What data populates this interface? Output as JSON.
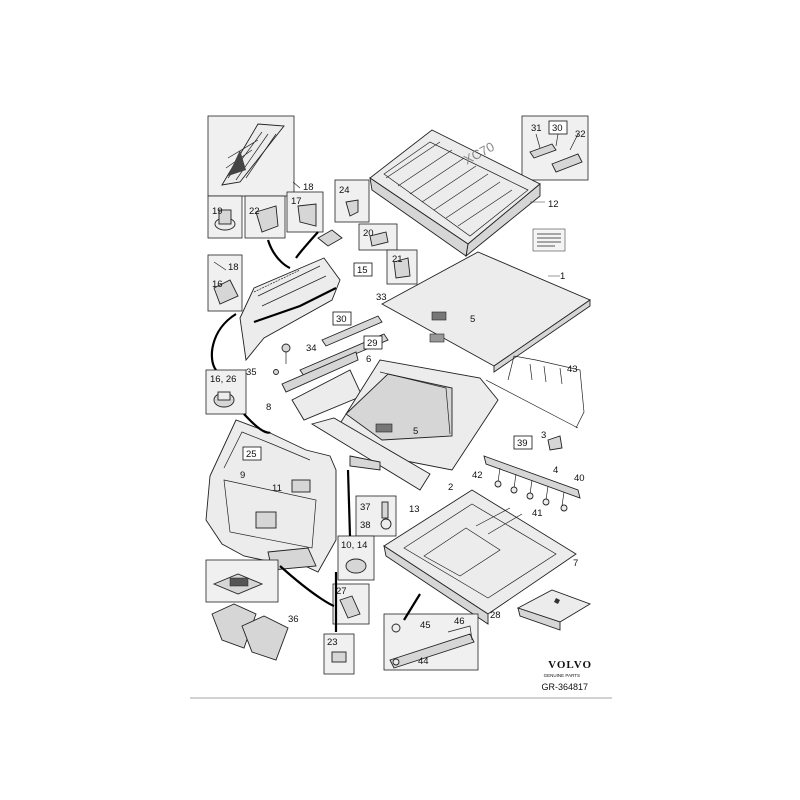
{
  "diagram": {
    "reference": "GR-364817",
    "brand": {
      "name": "VOLVO",
      "tagline": "GENUINE PARTS"
    },
    "embossed_text": "XC70",
    "labels": [
      {
        "id": "p31",
        "text": "31",
        "boxed": false
      },
      {
        "id": "p30a",
        "text": "30",
        "boxed": true
      },
      {
        "id": "p32",
        "text": "32",
        "boxed": false
      },
      {
        "id": "p12",
        "text": "12",
        "boxed": false
      },
      {
        "id": "p18a",
        "text": "18",
        "boxed": false
      },
      {
        "id": "p24",
        "text": "24",
        "boxed": false
      },
      {
        "id": "p19",
        "text": "19",
        "boxed": false
      },
      {
        "id": "p22",
        "text": "22",
        "boxed": false
      },
      {
        "id": "p17",
        "text": "17",
        "boxed": false
      },
      {
        "id": "p20",
        "text": "20",
        "boxed": false
      },
      {
        "id": "p18b",
        "text": "18",
        "boxed": false
      },
      {
        "id": "p15",
        "text": "15",
        "boxed": true
      },
      {
        "id": "p21",
        "text": "21",
        "boxed": false
      },
      {
        "id": "p16",
        "text": "16",
        "boxed": false
      },
      {
        "id": "p1",
        "text": "1",
        "boxed": false
      },
      {
        "id": "p33",
        "text": "33",
        "boxed": false
      },
      {
        "id": "p30b",
        "text": "30",
        "boxed": true
      },
      {
        "id": "p5a",
        "text": "5",
        "boxed": false
      },
      {
        "id": "p29",
        "text": "29",
        "boxed": true
      },
      {
        "id": "p34",
        "text": "34",
        "boxed": false
      },
      {
        "id": "p6",
        "text": "6",
        "boxed": false
      },
      {
        "id": "p35",
        "text": "35",
        "boxed": false
      },
      {
        "id": "p43",
        "text": "43",
        "boxed": false
      },
      {
        "id": "p1626",
        "text": "16, 26",
        "boxed": false
      },
      {
        "id": "p8",
        "text": "8",
        "boxed": false
      },
      {
        "id": "p5b",
        "text": "5",
        "boxed": false
      },
      {
        "id": "p3",
        "text": "3",
        "boxed": false
      },
      {
        "id": "p25",
        "text": "25",
        "boxed": true
      },
      {
        "id": "p39",
        "text": "39",
        "boxed": true
      },
      {
        "id": "p9",
        "text": "9",
        "boxed": false
      },
      {
        "id": "p4",
        "text": "4",
        "boxed": false
      },
      {
        "id": "p2",
        "text": "2",
        "boxed": false
      },
      {
        "id": "p42",
        "text": "42",
        "boxed": false
      },
      {
        "id": "p40",
        "text": "40",
        "boxed": false
      },
      {
        "id": "p11",
        "text": "11",
        "boxed": false
      },
      {
        "id": "p37",
        "text": "37",
        "boxed": false
      },
      {
        "id": "p41",
        "text": "41",
        "boxed": false
      },
      {
        "id": "p13",
        "text": "13",
        "boxed": false
      },
      {
        "id": "p38",
        "text": "38",
        "boxed": false
      },
      {
        "id": "p1014",
        "text": "10, 14",
        "boxed": false
      },
      {
        "id": "p7",
        "text": "7",
        "boxed": false
      },
      {
        "id": "p27",
        "text": "27",
        "boxed": false
      },
      {
        "id": "p28",
        "text": "28",
        "boxed": false
      },
      {
        "id": "p36",
        "text": "36",
        "boxed": false
      },
      {
        "id": "p45",
        "text": "45",
        "boxed": false
      },
      {
        "id": "p46",
        "text": "46",
        "boxed": false
      },
      {
        "id": "p23",
        "text": "23",
        "boxed": false
      },
      {
        "id": "p44",
        "text": "44",
        "boxed": false
      }
    ]
  }
}
